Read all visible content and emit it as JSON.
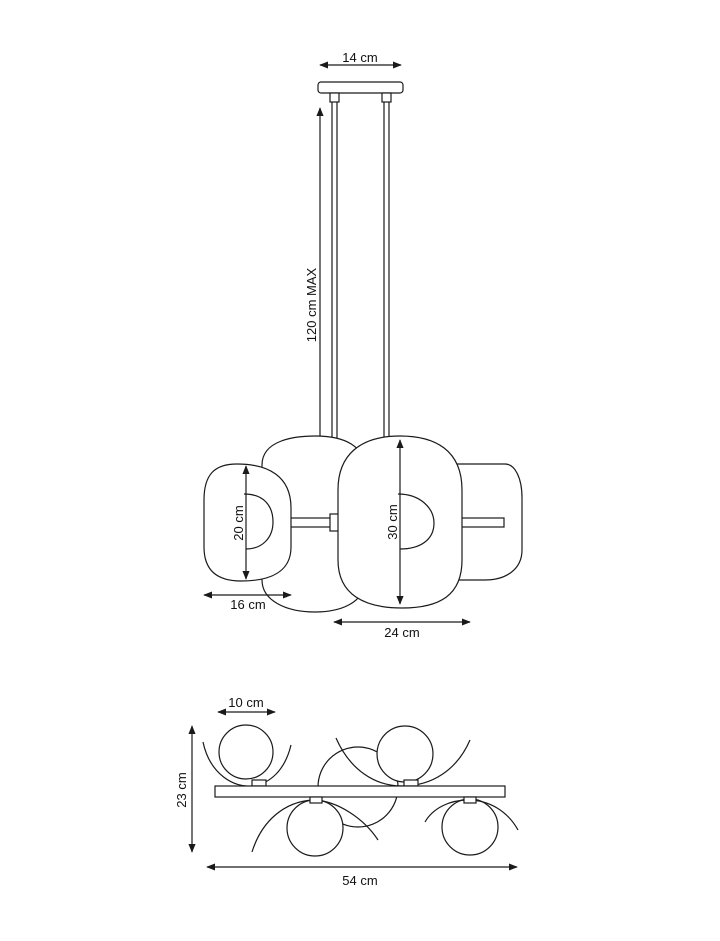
{
  "dimensions": {
    "canopy_width": "14 cm",
    "drop_length": "120 cm MAX",
    "small_shade_height": "20 cm",
    "small_shade_width": "16 cm",
    "large_shade_height": "30 cm",
    "large_shade_width": "24 cm",
    "globe_diameter": "10 cm",
    "fixture_height": "23 cm",
    "fixture_length": "54 cm"
  }
}
